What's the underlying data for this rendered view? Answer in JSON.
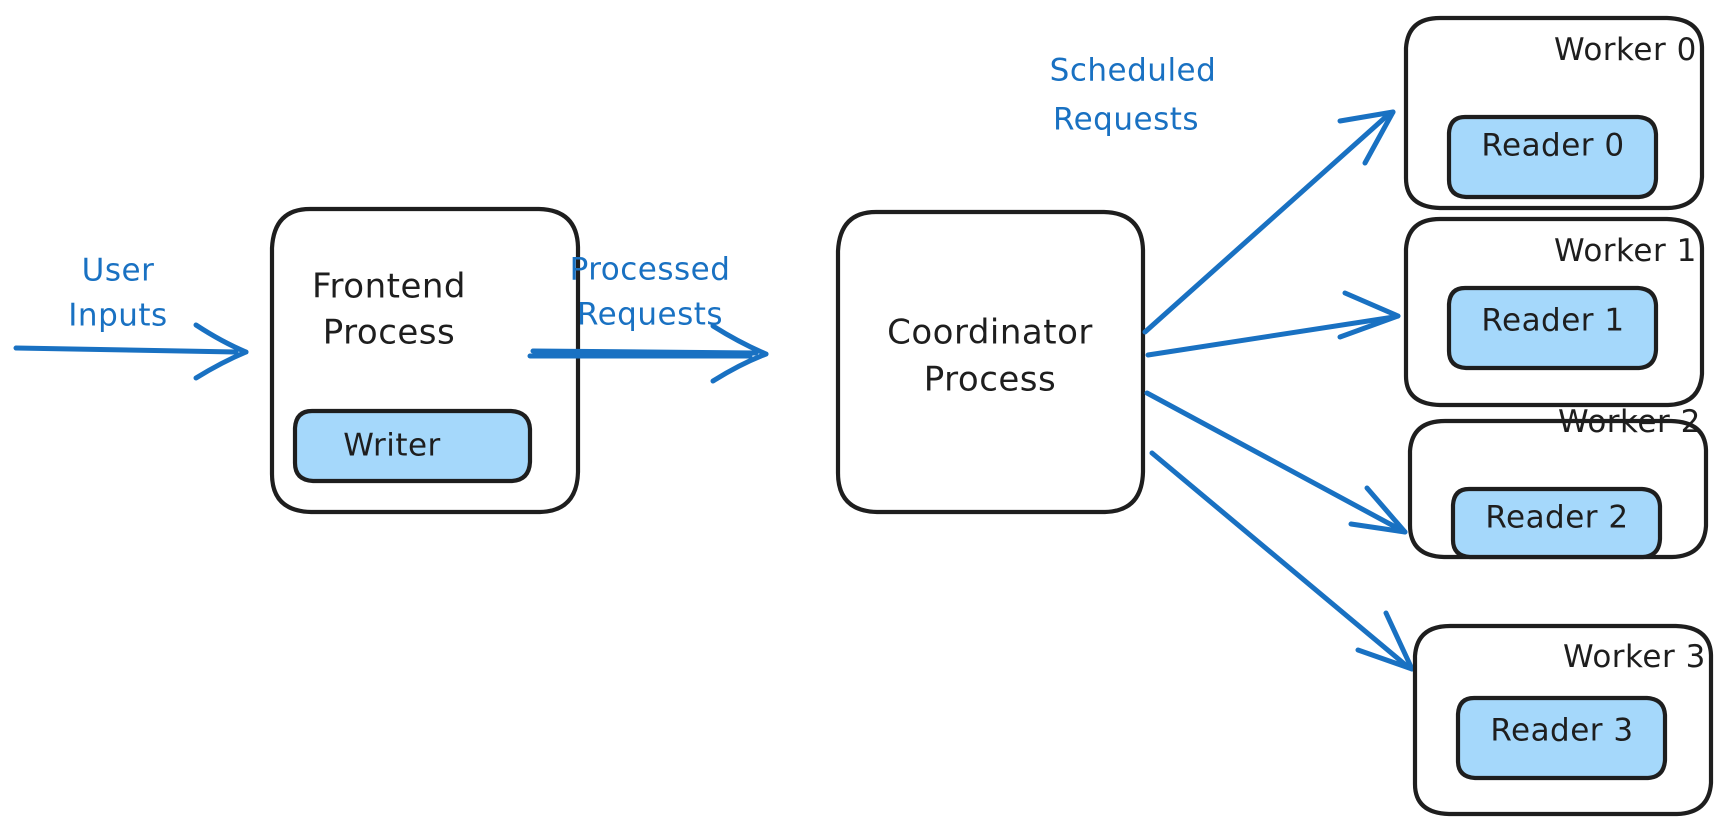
{
  "diagram": {
    "title_text_color": "#1e1e1e",
    "accent_color": "#1971c2",
    "chip_fill_color": "#a5d8fb",
    "background_color": "#ffffff",
    "nodes": {
      "frontend": {
        "line1": "Frontend",
        "line2": "Process"
      },
      "frontend_chip": {
        "label": "Writer"
      },
      "coordinator": {
        "line1": "Coordinator",
        "line2": "Process"
      },
      "workers": [
        {
          "label": "Worker 0",
          "chip": "Reader 0"
        },
        {
          "label": "Worker 1",
          "chip": "Reader 1"
        },
        {
          "label": "Worker 2",
          "chip": "Reader 2"
        },
        {
          "label": "Worker 3",
          "chip": "Reader 3"
        }
      ]
    },
    "edges": {
      "user_inputs": {
        "line1": "User",
        "line2": "Inputs"
      },
      "processed_requests": {
        "line1": "Processed",
        "line2": "Requests"
      },
      "scheduled_requests": {
        "line1": "Scheduled",
        "line2": "Requests"
      }
    }
  }
}
